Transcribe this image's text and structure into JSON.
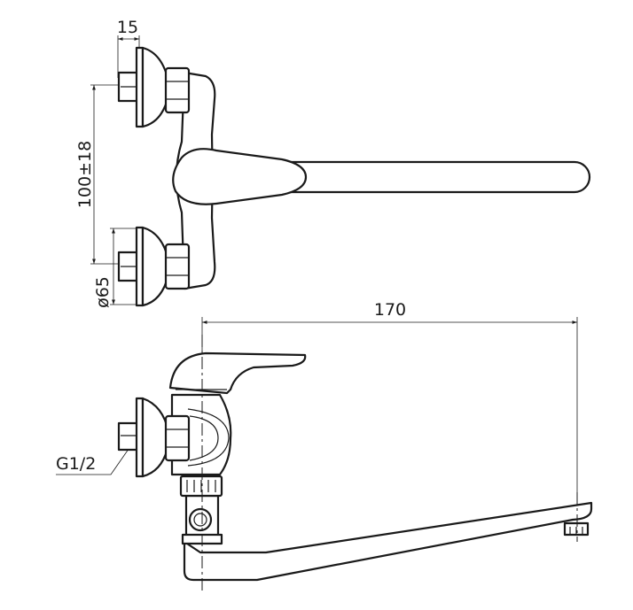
{
  "dimensions": {
    "pipe_length": "15",
    "center_distance": "100±18",
    "flange_diameter": "ø65",
    "spout_reach": "170",
    "thread": "G1/2"
  }
}
